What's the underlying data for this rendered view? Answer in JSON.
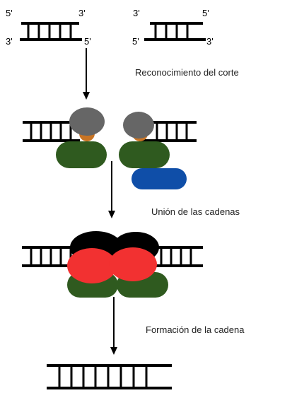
{
  "colors": {
    "dna": "#000000",
    "ku_gray": "#666666",
    "orange_small": "#c87424",
    "green_blob": "#2f5a1f",
    "blue_blob": "#0f4ea8",
    "black_blob": "#000000",
    "red_blob": "#f23131",
    "text": "#222222"
  },
  "ends": {
    "left_top_5": "5'",
    "left_top_3": "3'",
    "left_bottom_3": "3'",
    "left_bottom_5": "5'",
    "right_top_3": "3'",
    "right_top_5": "5'",
    "right_bottom_5": "5'",
    "right_bottom_3": "3'"
  },
  "steps": {
    "recognition": "Reconocimiento del corte",
    "joining": "Unión de las cadenas",
    "formation": "Formación de la cadena"
  },
  "icons": {
    "arrow": "down-arrow-icon"
  }
}
